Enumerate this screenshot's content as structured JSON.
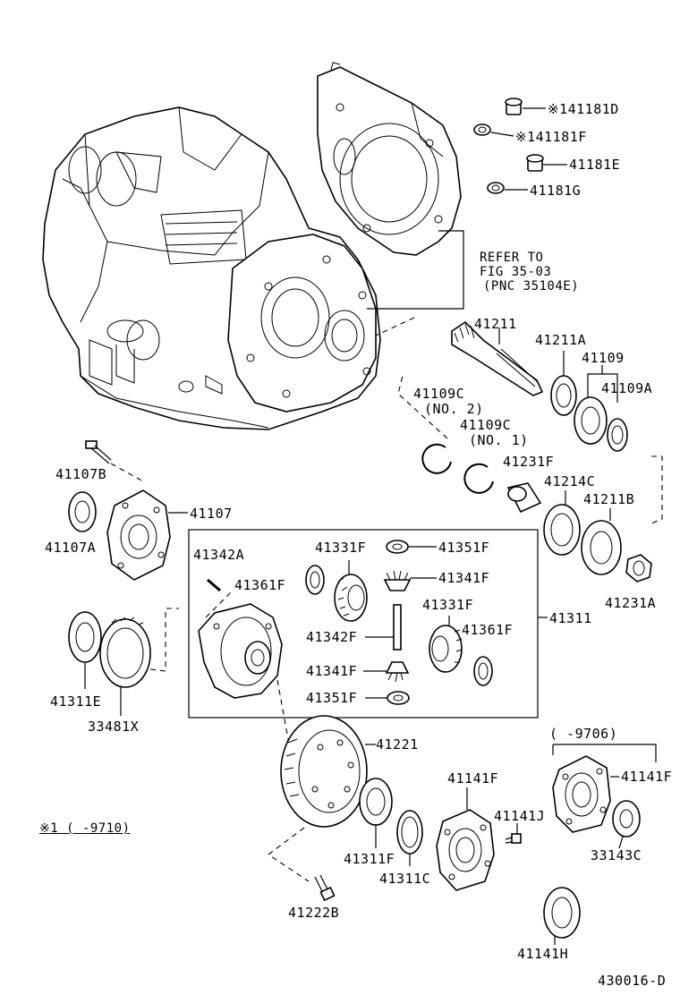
{
  "refer_note": {
    "line1": "REFER TO",
    "line2": "FIG 35-03",
    "line3": "(PNC 35104E)"
  },
  "labels": {
    "p41181D": "※141181D",
    "p41181F": "※141181F",
    "p41181E": "41181E",
    "p41181G": "41181G",
    "p41211": "41211",
    "p41211A": "41211A",
    "p41109": "41109",
    "p41109A": "41109A",
    "p41109C2": "41109C",
    "p41109C2n": "(NO. 2)",
    "p41109C1": "41109C",
    "p41109C1n": "(NO. 1)",
    "p41231F": "41231F",
    "p41214C": "41214C",
    "p41211B": "41211B",
    "p41231A": "41231A",
    "p41107B": "41107B",
    "p41107": "41107",
    "p41107A": "41107A",
    "p41342A": "41342A",
    "p41331F_a": "41331F",
    "p41351F_a": "41351F",
    "p41361F_a": "41361F",
    "p41341F_a": "41341F",
    "p41331F_b": "41331F",
    "p41342F": "41342F",
    "p41361F_b": "41361F",
    "p41341F_b": "41341F",
    "p41351F_b": "41351F",
    "p41311": "41311",
    "p41311E": "41311E",
    "p33481X": "33481X",
    "p41221": "41221",
    "p9706": "(      -9706)",
    "p41141F_a": "41141F",
    "p41141F_b": "41141F",
    "p41141J": "41141J",
    "p33143C": "33143C",
    "p41311F": "41311F",
    "p41311C": "41311C",
    "p41222B": "41222B",
    "p41141H": "41141H"
  },
  "footnote": "※1 (      -9710)",
  "figure_code": "430016-D"
}
